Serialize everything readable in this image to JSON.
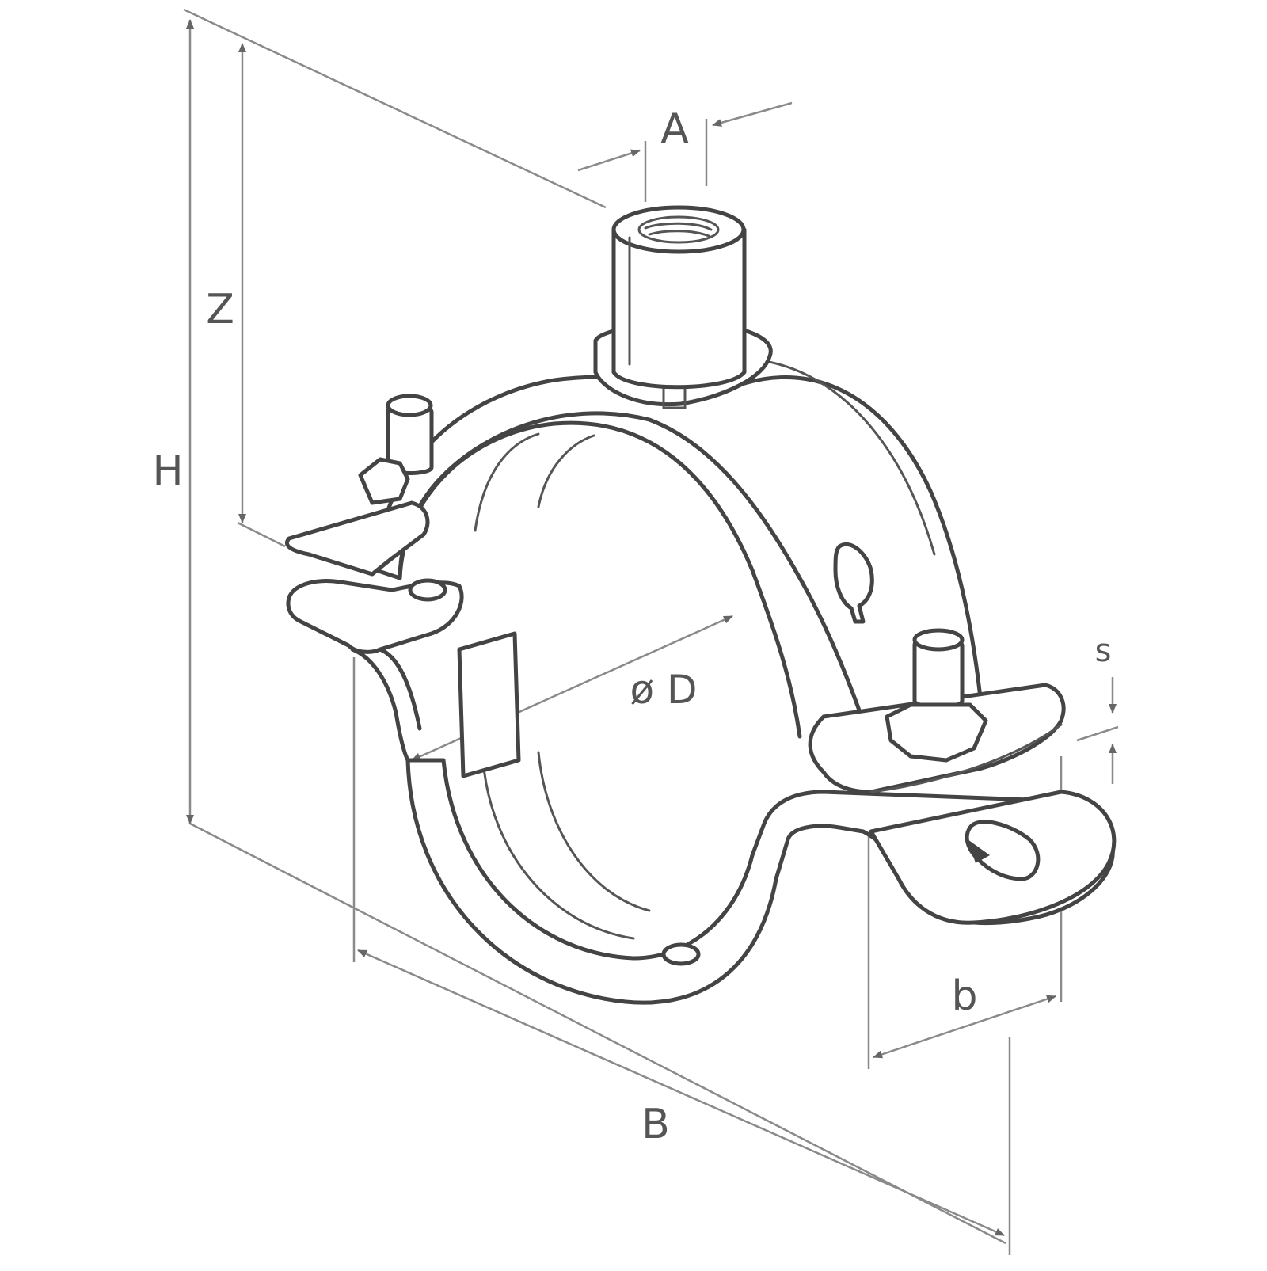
{
  "diagram": {
    "labels": {
      "A": "A",
      "Z": "Z",
      "H": "H",
      "D": "ø D",
      "s": "s",
      "b": "b",
      "B": "B"
    },
    "colors": {
      "line": "#444444",
      "dimension": "#8a8a8a",
      "text": "#555555",
      "background": "#ffffff"
    }
  }
}
